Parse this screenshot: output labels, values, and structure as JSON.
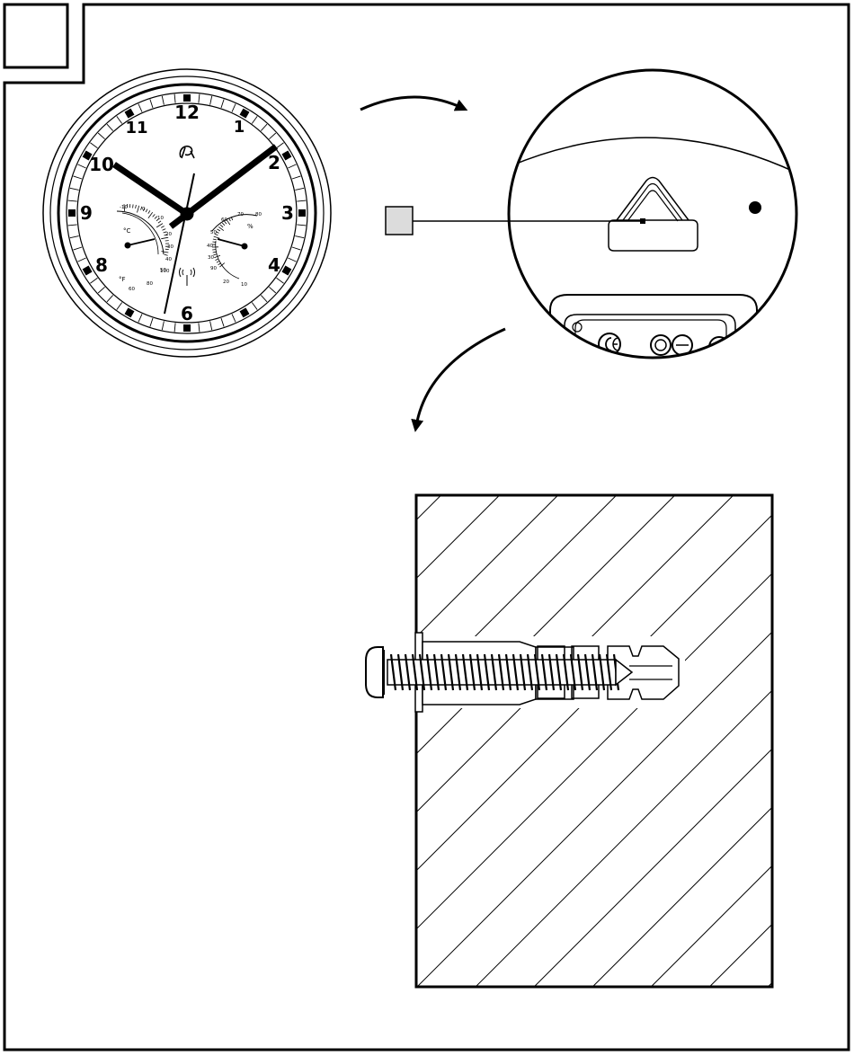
{
  "diagram": {
    "clock": {
      "hour_numerals": [
        "12",
        "1",
        "2",
        "3",
        "4",
        "6",
        "8",
        "9",
        "10",
        "11"
      ],
      "thermometer": {
        "unit_celsius": "°C",
        "unit_fahrenheit": "°F",
        "celsius_ticks": [
          "-10",
          "0",
          "10",
          "20",
          "30",
          "40",
          "50"
        ],
        "fahrenheit_ticks": [
          "60",
          "80",
          "100"
        ]
      },
      "hygrometer": {
        "unit": "%",
        "ticks": [
          "30",
          "40",
          "50",
          "60",
          "70",
          "80",
          "90",
          "10",
          "20"
        ]
      }
    },
    "colors": {
      "ink": "#000000",
      "paper": "#ffffff",
      "callout_box": "#dcdcdc",
      "faint": "#9a9a9a"
    },
    "icons": [
      "curved-arrow-icon",
      "wall-hanger-icon",
      "ce-mark-icon",
      "screw-icon",
      "wall-plug-icon"
    ]
  }
}
